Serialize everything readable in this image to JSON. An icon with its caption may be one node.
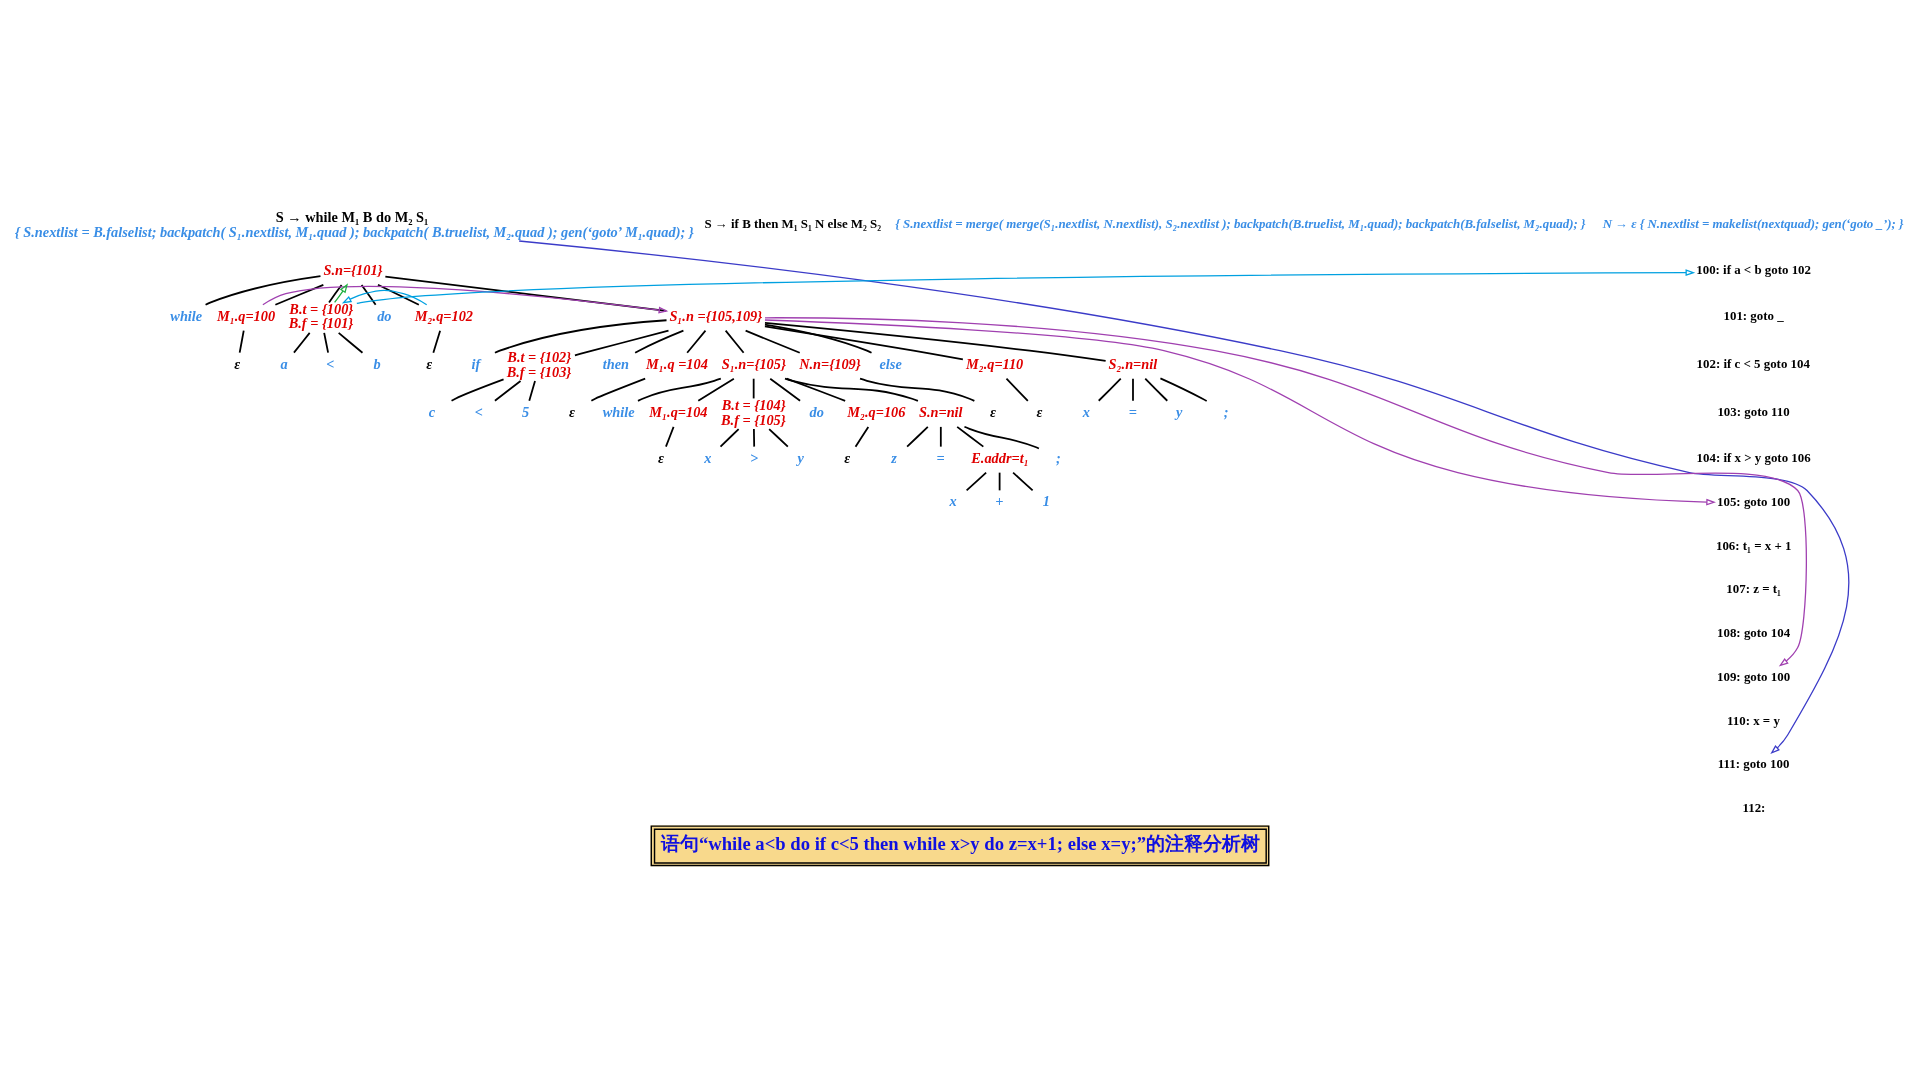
{
  "diagram": {
    "caption": "语句“while a<b do if c<5 then while x>y do z=x+1; else x=y;”的注释分析树",
    "nodes": [
      {
        "text": [
          "S → while M₁ B do M₂ S₁",
          "{ S.nextlist = B.falselist; backpatch( S₁.nextlist, M₁.quad ); backpatch( B.truelist, M₂.quad ); gen(‘goto’ M₁.quad); }"
        ]
      },
      {
        "text": [
          "S.n={101}"
        ]
      },
      {
        "text": [
          "while"
        ]
      },
      {
        "text": [
          "M₁.q=100"
        ]
      },
      {
        "text": [
          "B.t = {100}",
          "B.f = {101}"
        ]
      },
      {
        "text": [
          "do"
        ]
      },
      {
        "text": [
          "M₂.q=102"
        ]
      },
      {
        "text": [
          "S₁.n ={105,109}"
        ]
      },
      {
        "text": [
          "ε"
        ]
      },
      {
        "text": [
          "a"
        ]
      },
      {
        "text": [
          "<"
        ]
      },
      {
        "text": [
          "b"
        ]
      },
      {
        "text": [
          "ε"
        ]
      },
      {
        "text": [
          "if"
        ]
      },
      {
        "text": [
          "B.t = {102}",
          "B.f = {103}"
        ]
      },
      {
        "text": [
          "then"
        ]
      },
      {
        "text": [
          "M₁.q =104"
        ]
      },
      {
        "text": [
          "S₁.n={105}"
        ]
      },
      {
        "text": [
          "N.n={109}"
        ]
      },
      {
        "text": [
          "else"
        ]
      },
      {
        "text": [
          "M₂.q=110"
        ]
      },
      {
        "text": [
          "S₂.n=nil"
        ]
      },
      {
        "text": [
          "c"
        ]
      },
      {
        "text": [
          "<"
        ]
      },
      {
        "text": [
          "5"
        ]
      },
      {
        "text": [
          "ε"
        ]
      },
      {
        "text": [
          "ε"
        ]
      },
      {
        "text": [
          "ε"
        ]
      },
      {
        "text": [
          "x"
        ]
      },
      {
        "text": [
          "="
        ]
      },
      {
        "text": [
          "y"
        ]
      },
      {
        "text": [
          ";"
        ]
      },
      {
        "text": [
          "while"
        ]
      },
      {
        "text": [
          "M₁.q=104"
        ]
      },
      {
        "text": [
          "B.t = {104}",
          "B.f = {105}"
        ]
      },
      {
        "text": [
          "do"
        ]
      },
      {
        "text": [
          "M₂.q=106"
        ]
      },
      {
        "text": [
          "S.n=nil"
        ]
      },
      {
        "text": [
          "ε"
        ]
      },
      {
        "text": [
          "x"
        ]
      },
      {
        "text": [
          ">"
        ]
      },
      {
        "text": [
          "y"
        ]
      },
      {
        "text": [
          "ε"
        ]
      },
      {
        "text": [
          "z"
        ]
      },
      {
        "text": [
          "="
        ]
      },
      {
        "text": [
          "E.addr=t₁"
        ]
      },
      {
        "text": [
          ";"
        ]
      },
      {
        "text": [
          "x"
        ]
      },
      {
        "text": [
          "+"
        ]
      },
      {
        "text": [
          "1"
        ]
      },
      {
        "text": [
          "100: if a < b goto 102"
        ]
      },
      {
        "text": [
          "101: goto _"
        ]
      },
      {
        "text": [
          "102: if c < 5 goto 104"
        ]
      },
      {
        "text": [
          "103: goto 110"
        ]
      },
      {
        "text": [
          "104: if x > y goto 106"
        ]
      },
      {
        "text": [
          "105: goto 100"
        ]
      },
      {
        "text": [
          "106: t₁ = x + 1"
        ]
      },
      {
        "text": [
          "107: z = t₁"
        ]
      },
      {
        "text": [
          "108: goto 104"
        ]
      },
      {
        "text": [
          "109: goto 100"
        ]
      },
      {
        "text": [
          "110: x = y"
        ]
      },
      {
        "text": [
          "111: goto 100"
        ]
      },
      {
        "text": [
          "112:"
        ]
      }
    ],
    "edges": [
      {
        "from": 1,
        "to": 2,
        "arrow": "none"
      },
      {
        "from": 1,
        "to": 3,
        "arrow": "none"
      },
      {
        "from": 1,
        "to": 4,
        "arrow": "none"
      },
      {
        "from": 1,
        "to": 5,
        "arrow": "none"
      },
      {
        "from": 1,
        "to": 6,
        "arrow": "none"
      },
      {
        "from": 1,
        "to": 7,
        "arrow": "none"
      },
      {
        "from": 3,
        "to": 8,
        "arrow": "none"
      },
      {
        "from": 4,
        "to": 9,
        "arrow": "none"
      },
      {
        "from": 4,
        "to": 10,
        "arrow": "none"
      },
      {
        "from": 4,
        "to": 11,
        "arrow": "none"
      },
      {
        "from": 6,
        "to": 12,
        "arrow": "none"
      },
      {
        "from": 7,
        "to": 13,
        "arrow": "none"
      },
      {
        "from": 7,
        "to": 14,
        "arrow": "none"
      },
      {
        "from": 7,
        "to": 15,
        "arrow": "none"
      },
      {
        "from": 7,
        "to": 16,
        "arrow": "none"
      },
      {
        "from": 7,
        "to": 17,
        "arrow": "none"
      },
      {
        "from": 7,
        "to": 18,
        "arrow": "none"
      },
      {
        "from": 7,
        "to": 19,
        "arrow": "none"
      },
      {
        "from": 7,
        "to": 20,
        "arrow": "none"
      },
      {
        "from": 7,
        "to": 21,
        "arrow": "none"
      },
      {
        "from": 14,
        "to": 22,
        "arrow": "none"
      },
      {
        "from": 14,
        "to": 23,
        "arrow": "none"
      },
      {
        "from": 14,
        "to": 24,
        "arrow": "none"
      },
      {
        "from": 16,
        "to": 25,
        "arrow": "none"
      },
      {
        "from": 18,
        "to": 26,
        "arrow": "none"
      },
      {
        "from": 20,
        "to": 27,
        "arrow": "none"
      },
      {
        "from": 21,
        "to": 28,
        "arrow": "none"
      },
      {
        "from": 21,
        "to": 29,
        "arrow": "none"
      },
      {
        "from": 21,
        "to": 30,
        "arrow": "none"
      },
      {
        "from": 21,
        "to": 31,
        "arrow": "none"
      },
      {
        "from": 17,
        "to": 32,
        "arrow": "none"
      },
      {
        "from": 17,
        "to": 33,
        "arrow": "none"
      },
      {
        "from": 17,
        "to": 34,
        "arrow": "none"
      },
      {
        "from": 17,
        "to": 35,
        "arrow": "none"
      },
      {
        "from": 17,
        "to": 36,
        "arrow": "none"
      },
      {
        "from": 17,
        "to": 37,
        "arrow": "none"
      },
      {
        "from": 33,
        "to": 38,
        "arrow": "none"
      },
      {
        "from": 34,
        "to": 39,
        "arrow": "none"
      },
      {
        "from": 34,
        "to": 40,
        "arrow": "none"
      },
      {
        "from": 34,
        "to": 41,
        "arrow": "none"
      },
      {
        "from": 36,
        "to": 42,
        "arrow": "none"
      },
      {
        "from": 37,
        "to": 43,
        "arrow": "none"
      },
      {
        "from": 37,
        "to": 44,
        "arrow": "none"
      },
      {
        "from": 37,
        "to": 45,
        "arrow": "none"
      },
      {
        "from": 37,
        "to": 46,
        "arrow": "none"
      },
      {
        "from": 45,
        "to": 47,
        "arrow": "none"
      },
      {
        "from": 45,
        "to": 48,
        "arrow": "none"
      },
      {
        "from": 45,
        "to": 49,
        "arrow": "none"
      },
      {
        "from": 0,
        "to": 61,
        "arrow": "to",
        "color": "#3b3bc8"
      },
      {
        "from": 6,
        "to": 4,
        "arrow": "to",
        "color": "#00a0e0"
      },
      {
        "from": 4,
        "to": 50,
        "arrow": "to",
        "color": "#00a0e0"
      },
      {
        "from": 4,
        "to": 1,
        "arrow": "to",
        "color": "#20b040"
      },
      {
        "from": 3,
        "to": 7,
        "arrow": "to",
        "color": "#a040b0"
      },
      {
        "from": 7,
        "to": 55,
        "arrow": "to",
        "color": "#a040b0"
      },
      {
        "from": 7,
        "to": 59,
        "arrow": "to",
        "color": "#a040b0"
      }
    ],
    "labels": [
      "S → if B then M₁ S₁ N else M₂ S₂",
      "{ S.nextlist = merge( merge(S₁.nextlist, N.nextlist), S₂.nextlist ); backpatch(B.truelist, M₁.quad); backpatch(B.falselist, M₂.quad); }",
      "N → ε { N.nextlist = makelist(nextquad); gen(‘goto _’); }"
    ]
  }
}
